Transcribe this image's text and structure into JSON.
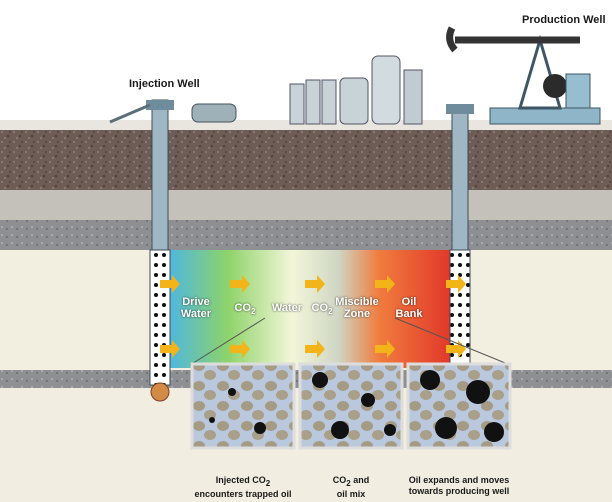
{
  "labels": {
    "injection_well": "Injection Well",
    "production_well": "Production Well"
  },
  "zones": {
    "drive_water": {
      "line1": "Drive",
      "line2": "Water"
    },
    "co2_first": {
      "main": "CO",
      "sub": "2"
    },
    "water": "Water",
    "co2_second": {
      "main": "CO",
      "sub": "2"
    },
    "miscible_zone": {
      "line1": "Miscible",
      "line2": "Zone"
    },
    "oil_bank": {
      "line1": "Oil",
      "line2": "Bank"
    }
  },
  "insets": [
    {
      "line1_main": "Injected CO",
      "line1_sub": "2",
      "line2": "encounters trapped oil"
    },
    {
      "line1_main": "CO",
      "line1_sub": "2",
      "line1_rest": " and",
      "line2": "oil mix"
    },
    {
      "line1_main": "Oil expands and moves",
      "line1_sub": "",
      "line2": "towards producing well"
    }
  ],
  "colors": {
    "soil": "#6e5c57",
    "reservoir_gradient": [
      "#4fb8dc",
      "#9fd86e",
      "#f3f6d8",
      "#c9d4c8",
      "#f06a3a",
      "#e0302a"
    ],
    "arrow": "#f2b418",
    "sky_ground": "#f1ece3"
  }
}
